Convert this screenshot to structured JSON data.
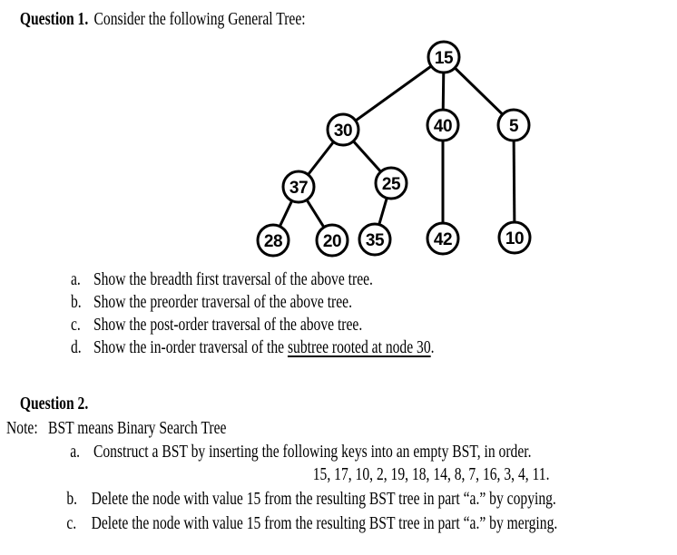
{
  "question1": {
    "heading_bold": "Question 1.",
    "heading_text": "Consider the following General Tree:",
    "items": [
      {
        "marker": "a.",
        "text": "Show the breadth first traversal of the above tree."
      },
      {
        "marker": "b.",
        "text": "Show the preorder traversal of the above tree."
      },
      {
        "marker": "c.",
        "text": "Show the post-order traversal of the above tree."
      },
      {
        "marker": "d.",
        "prefix": "Show the in-order traversal of the ",
        "underlined": "subtree rooted at node 30",
        "suffix": "."
      }
    ]
  },
  "tree": {
    "root": "15",
    "nodes": [
      {
        "label": "15"
      },
      {
        "label": "30"
      },
      {
        "label": "40"
      },
      {
        "label": "5"
      },
      {
        "label": "37"
      },
      {
        "label": "25"
      },
      {
        "label": "28"
      },
      {
        "label": "20"
      },
      {
        "label": "35"
      },
      {
        "label": "42"
      },
      {
        "label": "10"
      }
    ],
    "edges": [
      [
        "15",
        "30"
      ],
      [
        "15",
        "40"
      ],
      [
        "15",
        "5"
      ],
      [
        "30",
        "37"
      ],
      [
        "30",
        "25"
      ],
      [
        "37",
        "28"
      ],
      [
        "37",
        "20"
      ],
      [
        "25",
        "35"
      ],
      [
        "40",
        "42"
      ],
      [
        "5",
        "10"
      ]
    ]
  },
  "question2": {
    "heading_bold": "Question 2.",
    "note_label": "Note:",
    "note_text": "BST means Binary Search Tree",
    "item_a_marker": "a.",
    "item_a_text": "Construct a BST by inserting the following keys into an empty BST, in order.",
    "keys_line": "15, 17, 10, 2, 19, 18, 14, 8, 7, 16, 3, 4, 11.",
    "item_b_marker": "b.",
    "item_b_text": "Delete the node with value 15 from the resulting BST tree in part “a.” by copying.",
    "item_c_marker": "c.",
    "item_c_text": "Delete the node with value 15 from the resulting BST tree in part “a.” by merging."
  }
}
